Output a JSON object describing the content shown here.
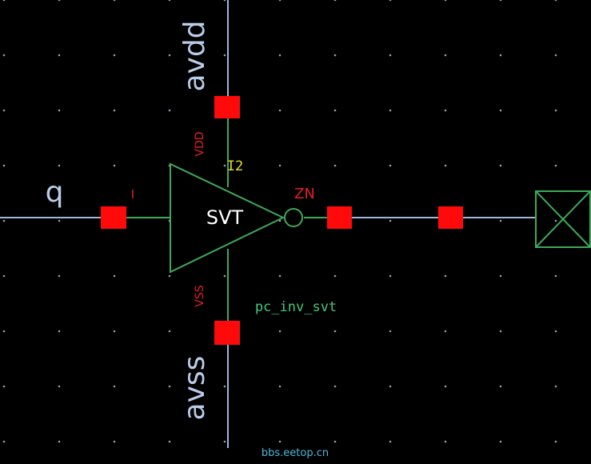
{
  "colors": {
    "background": "#000000",
    "grid_dot": "#8f9db8",
    "wire": "#9fb8dc",
    "symbol": "#3fa85a",
    "pin": "#ff0a0a",
    "pin_label": "#e02020",
    "net_label": "#b9cce8",
    "instance_label": "#44c87a",
    "pin_number": "#e6e020",
    "watermark": "#4db8d8"
  },
  "nets": {
    "power": "avdd",
    "ground": "avss",
    "input": "q"
  },
  "cell": {
    "type_label": "SVT",
    "cell_name": "pc_inv_svt",
    "instance_index": "I2",
    "input_pin_label": "I",
    "output_pin_label": "ZN",
    "vdd_pin_label": "VDD",
    "vss_pin_label": "VSS"
  },
  "output_terminal": "output-port",
  "watermark": "bbs.eetop.cn"
}
